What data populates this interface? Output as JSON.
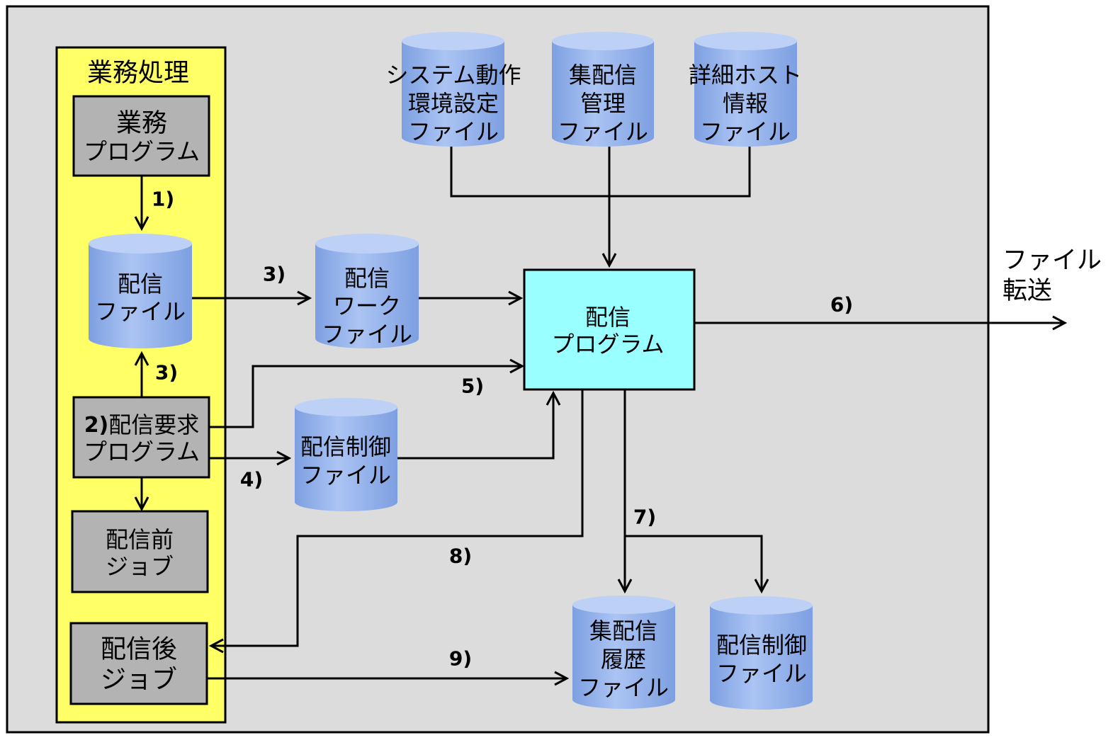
{
  "colors": {
    "page_background": "#ffffff",
    "frame_background": "#dcdcdc",
    "group_fill": "#ffff66",
    "job_box_fill": "#b3b3b3",
    "program_fill": "#99ffff",
    "cylinder_edge": "#7d9fe1",
    "cylinder_mid": "#abc4f3",
    "cylinder_top": "#bdd1f6",
    "line": "#000000"
  },
  "group": {
    "title": "業務処理"
  },
  "nodes": {
    "business_program": {
      "lines": [
        "業務",
        "プログラム"
      ]
    },
    "delivery_file": {
      "lines": [
        "配信",
        "ファイル"
      ]
    },
    "delivery_request_program": {
      "step": "2)",
      "lines": [
        "配信要求",
        "プログラム"
      ]
    },
    "pre_delivery_job": {
      "lines": [
        "配信前",
        "ジョブ"
      ]
    },
    "post_delivery_job": {
      "lines": [
        "配信後",
        "ジョブ"
      ]
    },
    "delivery_work_file": {
      "lines": [
        "配信",
        "ワーク",
        "ファイル"
      ]
    },
    "delivery_control_file": {
      "lines": [
        "配信制御",
        "ファイル"
      ]
    },
    "delivery_program": {
      "lines": [
        "配信",
        "プログラム"
      ]
    },
    "system_environment_file": {
      "lines": [
        "システム動作",
        "環境設定",
        "ファイル"
      ]
    },
    "distribution_management_file": {
      "lines": [
        "集配信",
        "管理",
        "ファイル"
      ]
    },
    "host_detail_file": {
      "lines": [
        "詳細ホスト",
        "情報",
        "ファイル"
      ]
    },
    "distribution_history_file": {
      "lines": [
        "集配信",
        "履歴",
        "ファイル"
      ]
    },
    "delivery_control_file_out": {
      "lines": [
        "配信制御",
        "ファイル"
      ]
    }
  },
  "output": {
    "lines": [
      "ファイル",
      "転送"
    ]
  },
  "edges": {
    "business_program_to_delivery_file": {
      "label": "1)"
    },
    "delivery_file_to_work_file": {
      "label": "3)"
    },
    "request_program_to_delivery_file": {
      "label": "3)"
    },
    "request_program_to_control_file": {
      "label": "4)"
    },
    "request_program_to_delivery_program": {
      "label": "5)"
    },
    "delivery_program_to_file_transfer": {
      "label": "6)"
    },
    "delivery_program_to_history_and_control": {
      "label": "7)"
    },
    "delivery_program_to_post_job": {
      "label": "8)"
    },
    "post_job_to_history_file": {
      "label": "9)"
    }
  }
}
